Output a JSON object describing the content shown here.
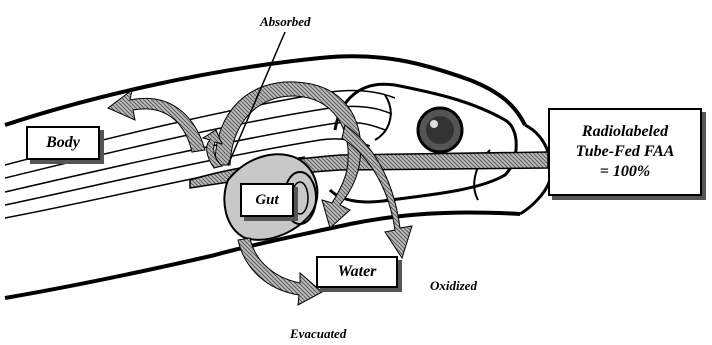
{
  "labels": {
    "absorbed": "Absorbed",
    "body": "Body",
    "gut": "Gut",
    "water": "Water",
    "oxidized": "Oxidized",
    "evacuated": "Evacuated",
    "source_line1": "Radiolabeled",
    "source_line2": "Tube-Fed FAA",
    "source_line3": "= 100%"
  },
  "colors": {
    "outline": "#000000",
    "arrow_fill": "#9a9a9a",
    "gut_fill": "#c8c8c8",
    "eye_fill": "#555555",
    "box_shadow": "#555555"
  },
  "icons": {
    "eye": "fish-eye-icon",
    "arrow": "hatched-arrow-icon"
  }
}
